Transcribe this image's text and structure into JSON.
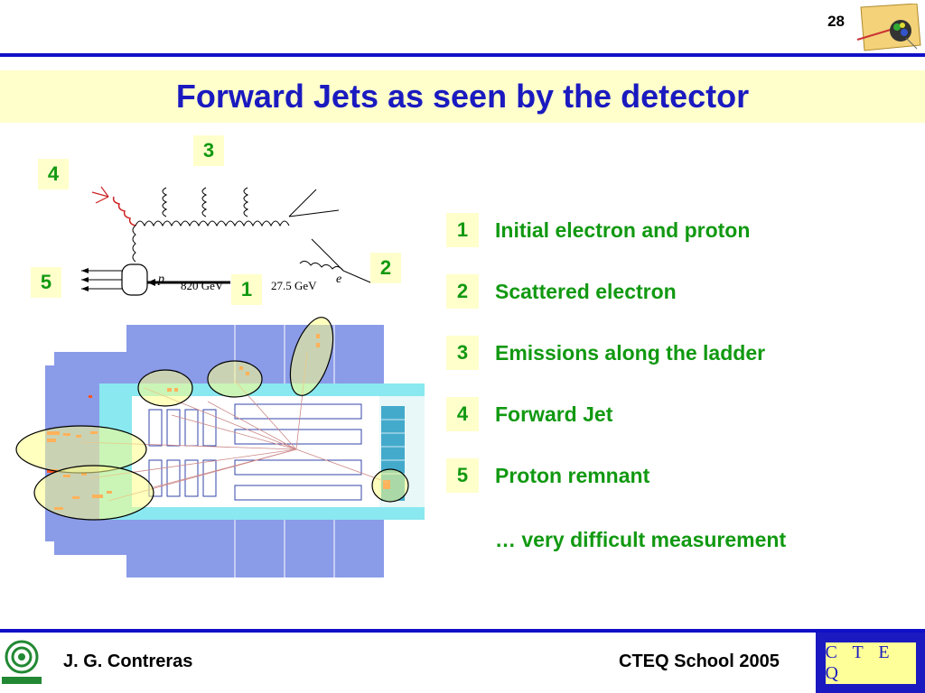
{
  "header": {
    "slide_number": "28",
    "title": "Forward Jets as seen by the detector"
  },
  "diagram": {
    "badges": [
      "1",
      "2",
      "3",
      "4",
      "5"
    ],
    "labels": {
      "proton_symbol": "p",
      "proton_energy": "820 GeV",
      "electron_symbol": "e",
      "electron_energy": "27.5 GeV"
    }
  },
  "legend": {
    "items": [
      {
        "num": "1",
        "text": "Initial electron and proton"
      },
      {
        "num": "2",
        "text": "Scattered electron"
      },
      {
        "num": "3",
        "text": "Emissions along the ladder"
      },
      {
        "num": "4",
        "text": "Forward Jet"
      },
      {
        "num": "5",
        "text": "Proton remnant"
      }
    ],
    "conclusion": "… very difficult measurement"
  },
  "footer": {
    "author": "J. G. Contreras",
    "school": "CTEQ School 2005",
    "cteq_logo": "C T E Q",
    "left_logo": "CINVESTAV"
  },
  "colors": {
    "title_blue": "#1a1ac0",
    "accent_green": "#119911",
    "highlight_yellow": "#ffffcc",
    "rule_blue": "#1010c8"
  }
}
